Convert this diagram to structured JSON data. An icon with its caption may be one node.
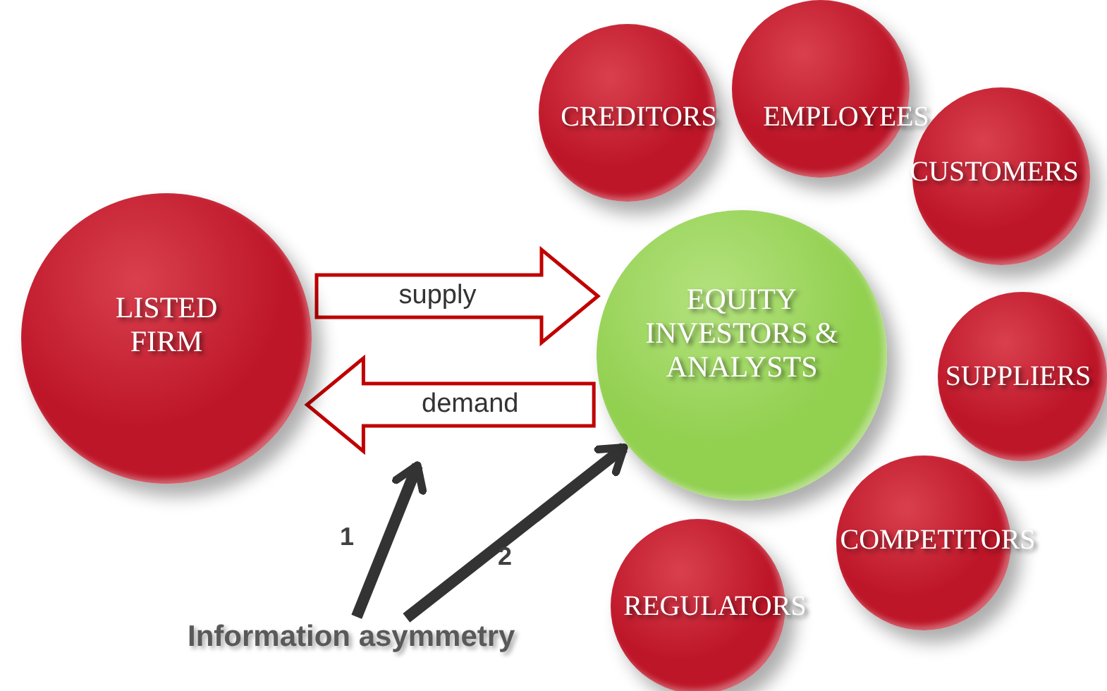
{
  "diagram": {
    "nodes": [
      {
        "text": [
          "CREDITORS"
        ]
      },
      {
        "text": [
          "EMPLOYEES"
        ]
      },
      {
        "text": [
          "CUSTOMERS"
        ]
      },
      {
        "text": [
          "LISTED FIRM"
        ]
      },
      {
        "text": [
          "EQUITY INVESTORS & ANALYSTS"
        ]
      },
      {
        "text": [
          "SUPPLIERS"
        ]
      },
      {
        "text": [
          "COMPETITORS"
        ]
      },
      {
        "text": [
          "REGULATORS"
        ]
      },
      {
        "text": [
          "Information asymmetry"
        ]
      }
    ],
    "edges": [
      {
        "from": 3,
        "to": 4,
        "arrow": "to",
        "label": "supply",
        "color": "#c00000"
      },
      {
        "from": 4,
        "to": 3,
        "arrow": "to",
        "label": "demand",
        "color": "#c00000"
      },
      {
        "from": 8,
        "to": null,
        "arrow": "to",
        "label": "1",
        "color": "#333333"
      },
      {
        "from": 8,
        "to": 4,
        "arrow": "to",
        "label": "2",
        "color": "#333333"
      }
    ]
  }
}
